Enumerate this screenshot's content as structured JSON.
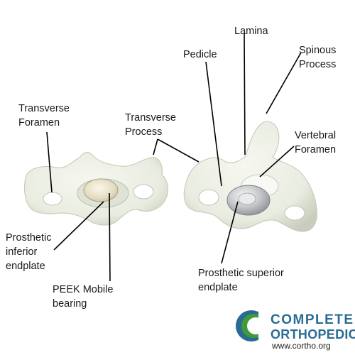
{
  "labels": {
    "lamina": "Lamina",
    "pedicle": "Pedicle",
    "spinous_process": [
      "Spinous",
      "Process"
    ],
    "transverse_foramen": [
      "Transverse",
      "Foramen"
    ],
    "transverse_process": [
      "Transverse",
      "Process"
    ],
    "vertebral_foramen": [
      "Vertebral",
      "Foramen"
    ],
    "prosthetic_inferior_endplate": [
      "Prosthetic",
      "inferior",
      "endplate"
    ],
    "peek_mobile_bearing": [
      "PEEK Mobile",
      "bearing"
    ],
    "prosthetic_superior_endplate": [
      "Prosthetic superior",
      "endplate"
    ]
  },
  "logo": {
    "line1": "COMPLETE",
    "line2": "ORTHOPEDICS",
    "url": "www.cortho.org",
    "colors": {
      "blue": "#2a6b93",
      "green": "#3f9a3a",
      "white": "#ffffff"
    }
  },
  "colors": {
    "bone": "#eef1e6",
    "bone_shadow": "#c9cfbf",
    "leader": "#000000",
    "metal": "#b9bcbe"
  }
}
